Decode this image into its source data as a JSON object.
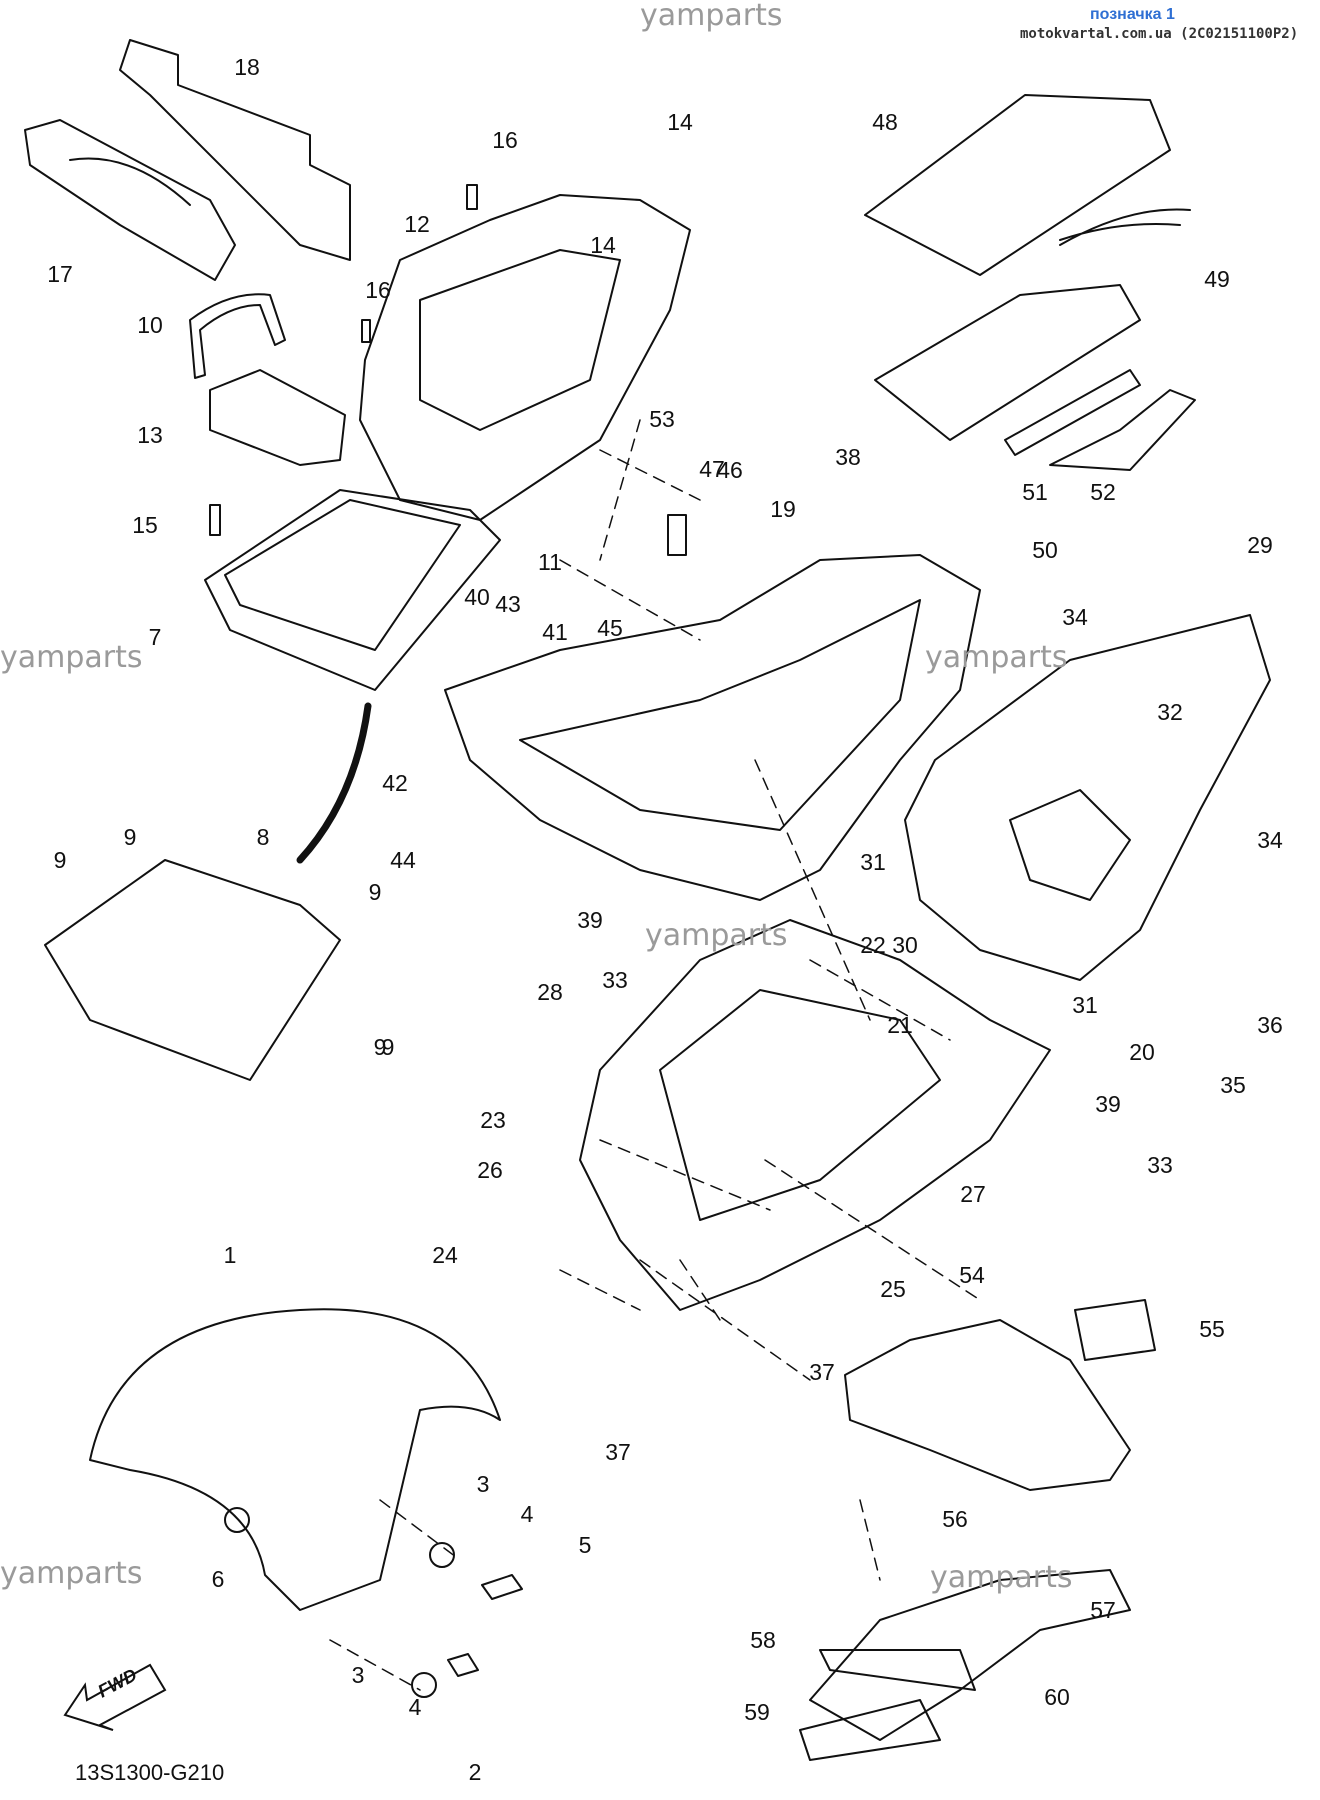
{
  "header": {
    "title": "позначка 1",
    "source": "motokvartal.com.ua (2C02151100P2)"
  },
  "watermark": "yamparts",
  "diagram_code": "13S1300-G210",
  "fwd_label": "FWD",
  "part_labels": [
    "1",
    "2",
    "3",
    "3",
    "4",
    "4",
    "5",
    "6",
    "7",
    "8",
    "9",
    "9",
    "9",
    "9",
    "9",
    "10",
    "11",
    "12",
    "13",
    "14",
    "14",
    "15",
    "16",
    "16",
    "17",
    "18",
    "19",
    "20",
    "21",
    "22",
    "23",
    "24",
    "25",
    "26",
    "27",
    "28",
    "29",
    "30",
    "31",
    "31",
    "32",
    "33",
    "33",
    "34",
    "34",
    "35",
    "36",
    "37",
    "37",
    "38",
    "39",
    "39",
    "40",
    "41",
    "42",
    "43",
    "44",
    "45",
    "46",
    "47",
    "48",
    "49",
    "50",
    "51",
    "52",
    "53",
    "54",
    "55",
    "56",
    "57",
    "58",
    "59",
    "60"
  ],
  "colors": {
    "ink": "#111111",
    "watermark": "#9a9a9a",
    "header": "#2f6fd3"
  }
}
